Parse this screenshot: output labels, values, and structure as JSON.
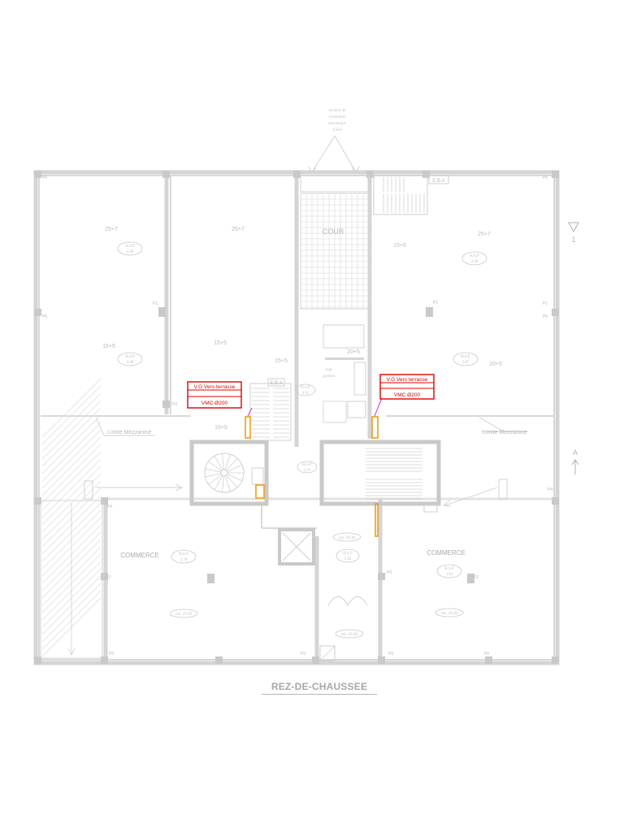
{
  "drawing": {
    "title": "REZ-DE-CHAUSSEE",
    "section_marks": {
      "right_top": "1",
      "right_mid": "A"
    },
    "annotation_top": [
      "conduit de",
      "ventilation",
      "mecanique",
      "S.Sol"
    ],
    "court_label": "COUR",
    "loge_label": [
      "loge",
      "gardien"
    ],
    "eba_labels": [
      "E.B.A",
      "E.B.A"
    ],
    "limit_labels": [
      "Limite Mezzanine",
      "Limite Mezzanine"
    ],
    "commerce_labels": [
      "COMMERCE",
      "COMMERCE"
    ],
    "pillar_labels": [
      "P6",
      "P6",
      "P6",
      "P6",
      "P1",
      "P1",
      "P1",
      "P2",
      "P2",
      "P3",
      "P3",
      "P4",
      "P4",
      "P5",
      "P5",
      "P5",
      "P5"
    ],
    "room_dims": [
      "25+7",
      "25+7",
      "25+7",
      "15+5",
      "15+5",
      "15+5",
      "15+5",
      "15+5",
      "20+5",
      "20+5"
    ],
    "hsp_labels": [
      "H.S.P",
      "2.90",
      "2.90",
      "2.40",
      "2.87",
      "2.91",
      "2.91",
      "5.76",
      "5.84",
      "5.81"
    ],
    "levels": [
      "niv. 29.38",
      "niv. 29.38",
      "niv. 29.38",
      "niv. 29.38"
    ],
    "vent_callouts": [
      {
        "line1": "V.G Vers terrasse",
        "line2": "VMC Ø200"
      },
      {
        "line1": "V.G Vers terrasse",
        "line2": "VMC Ø200"
      }
    ],
    "colors": {
      "callout": "#e00000",
      "duct": "#f39c12",
      "wall": "#d4d4d4"
    }
  }
}
